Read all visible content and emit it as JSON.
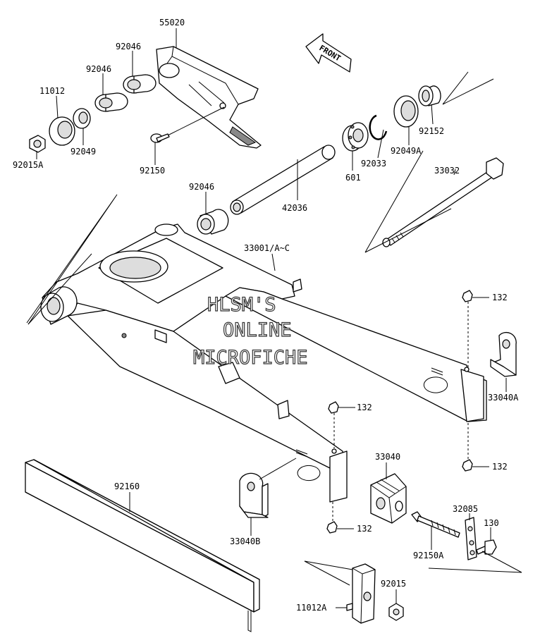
{
  "front_arrow": {
    "text": "FRONT"
  },
  "watermark": {
    "line1": "HLSM'S",
    "line2": "ONLINE",
    "line3": "MICROFICHE"
  },
  "parts": [
    {
      "id": "55020"
    },
    {
      "id": "92046"
    },
    {
      "id": "92046"
    },
    {
      "id": "11012"
    },
    {
      "id": "92049"
    },
    {
      "id": "92015A"
    },
    {
      "id": "92150"
    },
    {
      "id": "92046"
    },
    {
      "id": "42036"
    },
    {
      "id": "601"
    },
    {
      "id": "92033"
    },
    {
      "id": "92049A"
    },
    {
      "id": "92152"
    },
    {
      "id": "33032"
    },
    {
      "id": "33001/A~C"
    },
    {
      "id": "132"
    },
    {
      "id": "33040A"
    },
    {
      "id": "132"
    },
    {
      "id": "132"
    },
    {
      "id": "33040"
    },
    {
      "id": "92160"
    },
    {
      "id": "33040B"
    },
    {
      "id": "132"
    },
    {
      "id": "32085"
    },
    {
      "id": "130"
    },
    {
      "id": "92150A"
    },
    {
      "id": "92015"
    },
    {
      "id": "11012A"
    }
  ]
}
